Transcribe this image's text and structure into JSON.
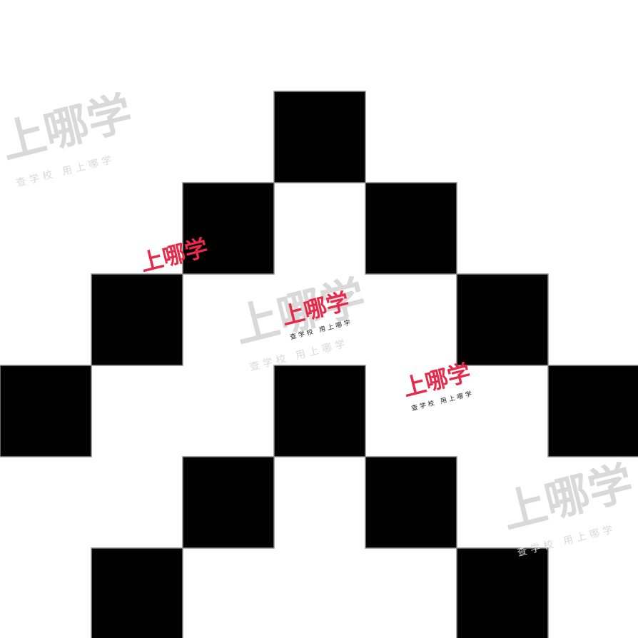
{
  "pattern": {
    "fill_color": "#000000",
    "background_color": "#ffffff",
    "cells": [
      {
        "row": 0,
        "col": 3
      },
      {
        "row": 1,
        "col": 2
      },
      {
        "row": 1,
        "col": 4
      },
      {
        "row": 2,
        "col": 1
      },
      {
        "row": 2,
        "col": 5
      },
      {
        "row": 3,
        "col": 0
      },
      {
        "row": 3,
        "col": 3
      },
      {
        "row": 3,
        "col": 6
      },
      {
        "row": 4,
        "col": 2
      },
      {
        "row": 4,
        "col": 4
      },
      {
        "row": 5,
        "col": 1
      },
      {
        "row": 5,
        "col": 5
      }
    ]
  },
  "watermarks": {
    "main": "上哪学",
    "sub": "查学校 用上哪学",
    "gray_color": "#d9d9d9",
    "red_color": "#e8294a"
  }
}
